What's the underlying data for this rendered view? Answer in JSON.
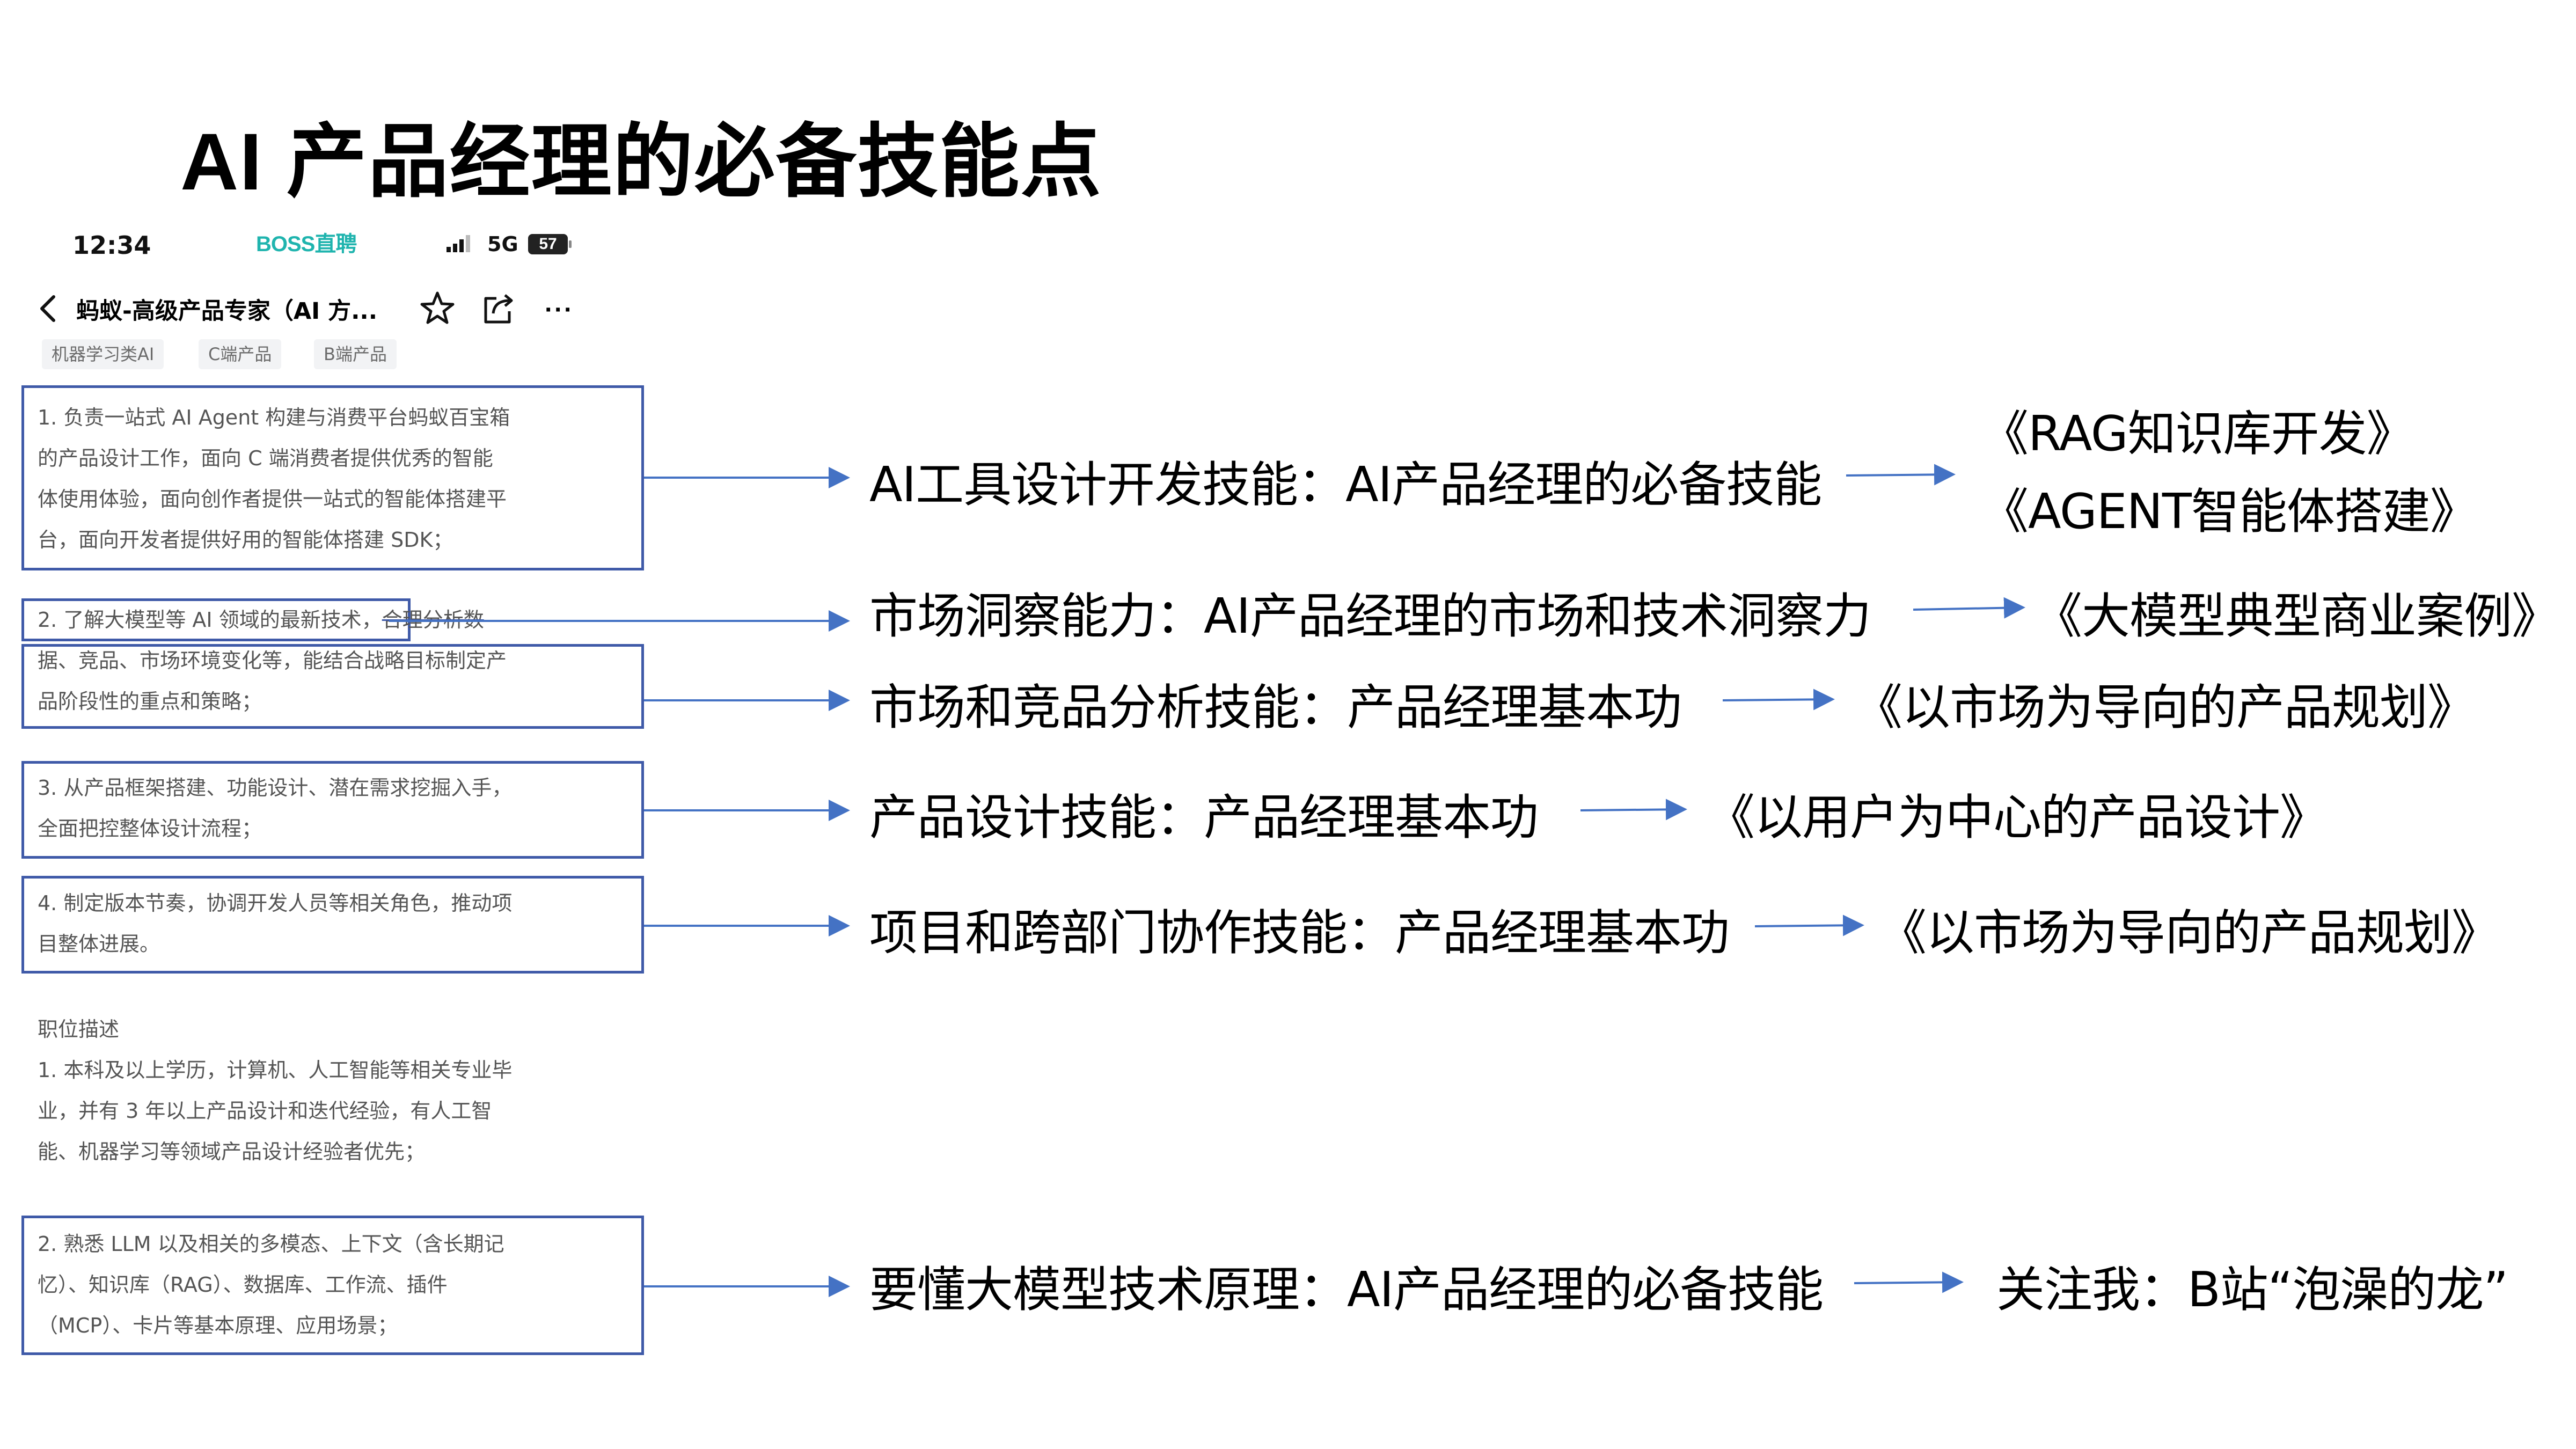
{
  "title": "AI 产品经理的必备技能点",
  "phone": {
    "time": "12:34",
    "app_brand": "BOSS直聘",
    "network": "5G",
    "battery": "57",
    "job_title": "蚂蚁-高级产品专家（AI 方...",
    "icons": [
      "back-icon",
      "star-icon",
      "share-icon",
      "more-icon"
    ],
    "tags": [
      "机器学习类AI",
      "C端产品",
      "B端产品"
    ],
    "duty1": [
      "1. 负责一站式 AI Agent 构建与消费平台蚂蚁百宝箱",
      "的产品设计工作，面向 C 端消费者提供优秀的智能",
      "体使用体验，面向创作者提供一站式的智能体搭建平",
      "台，面向开发者提供好用的智能体搭建 SDK；"
    ],
    "duty2_line1a": "2. 了解大模型等 AI 领域的最新技术，",
    "duty2_line1b": "合理分析数",
    "duty2_rest": [
      "据、竞品、市场环境变化等，能结合战略目标制定产",
      "品阶段性的重点和策略；"
    ],
    "duty3": [
      "3. 从产品框架搭建、功能设计、潜在需求挖掘入手，",
      "全面把控整体设计流程；"
    ],
    "duty4": [
      "4. 制定版本节奏，协调开发人员等相关角色，推动项",
      "目整体进展。"
    ],
    "req_heading": "职位描述",
    "req1": [
      "1. 本科及以上学历，计算机、人工智能等相关专业毕",
      "业，并有 3 年以上产品设计和迭代经验，有人工智",
      "能、机器学习等领域产品设计经验者优先；"
    ],
    "req2": [
      "2. 熟悉 LLM 以及相关的多模态、上下文（含长期记",
      "忆）、知识库（RAG）、数据库、工作流、插件",
      "（MCP）、卡片等基本原理、应用场景；"
    ]
  },
  "skills": [
    {
      "label": "AI工具设计开发技能：AI产品经理的必备技能",
      "targets": [
        "《RAG知识库开发》",
        "《AGENT智能体搭建》"
      ]
    },
    {
      "label": "市场洞察能力：AI产品经理的市场和技术洞察力",
      "targets": [
        "《大模型典型商业案例》"
      ]
    },
    {
      "label": "市场和竞品分析技能：产品经理基本功",
      "targets": [
        "《以市场为导向的产品规划》"
      ]
    },
    {
      "label": "产品设计技能：产品经理基本功",
      "targets": [
        "《以用户为中心的产品设计》"
      ]
    },
    {
      "label": "项目和跨部门协作技能：产品经理基本功",
      "targets": [
        "《以市场为导向的产品规划》"
      ]
    },
    {
      "label": "要懂大模型技术原理：AI产品经理的必备技能",
      "targets": [
        "关注我：B站“泡澡的龙”"
      ]
    }
  ],
  "colors": {
    "box_border": "#3f5aa8",
    "arrow": "#4472c4",
    "brand": "#1fb4ae"
  }
}
